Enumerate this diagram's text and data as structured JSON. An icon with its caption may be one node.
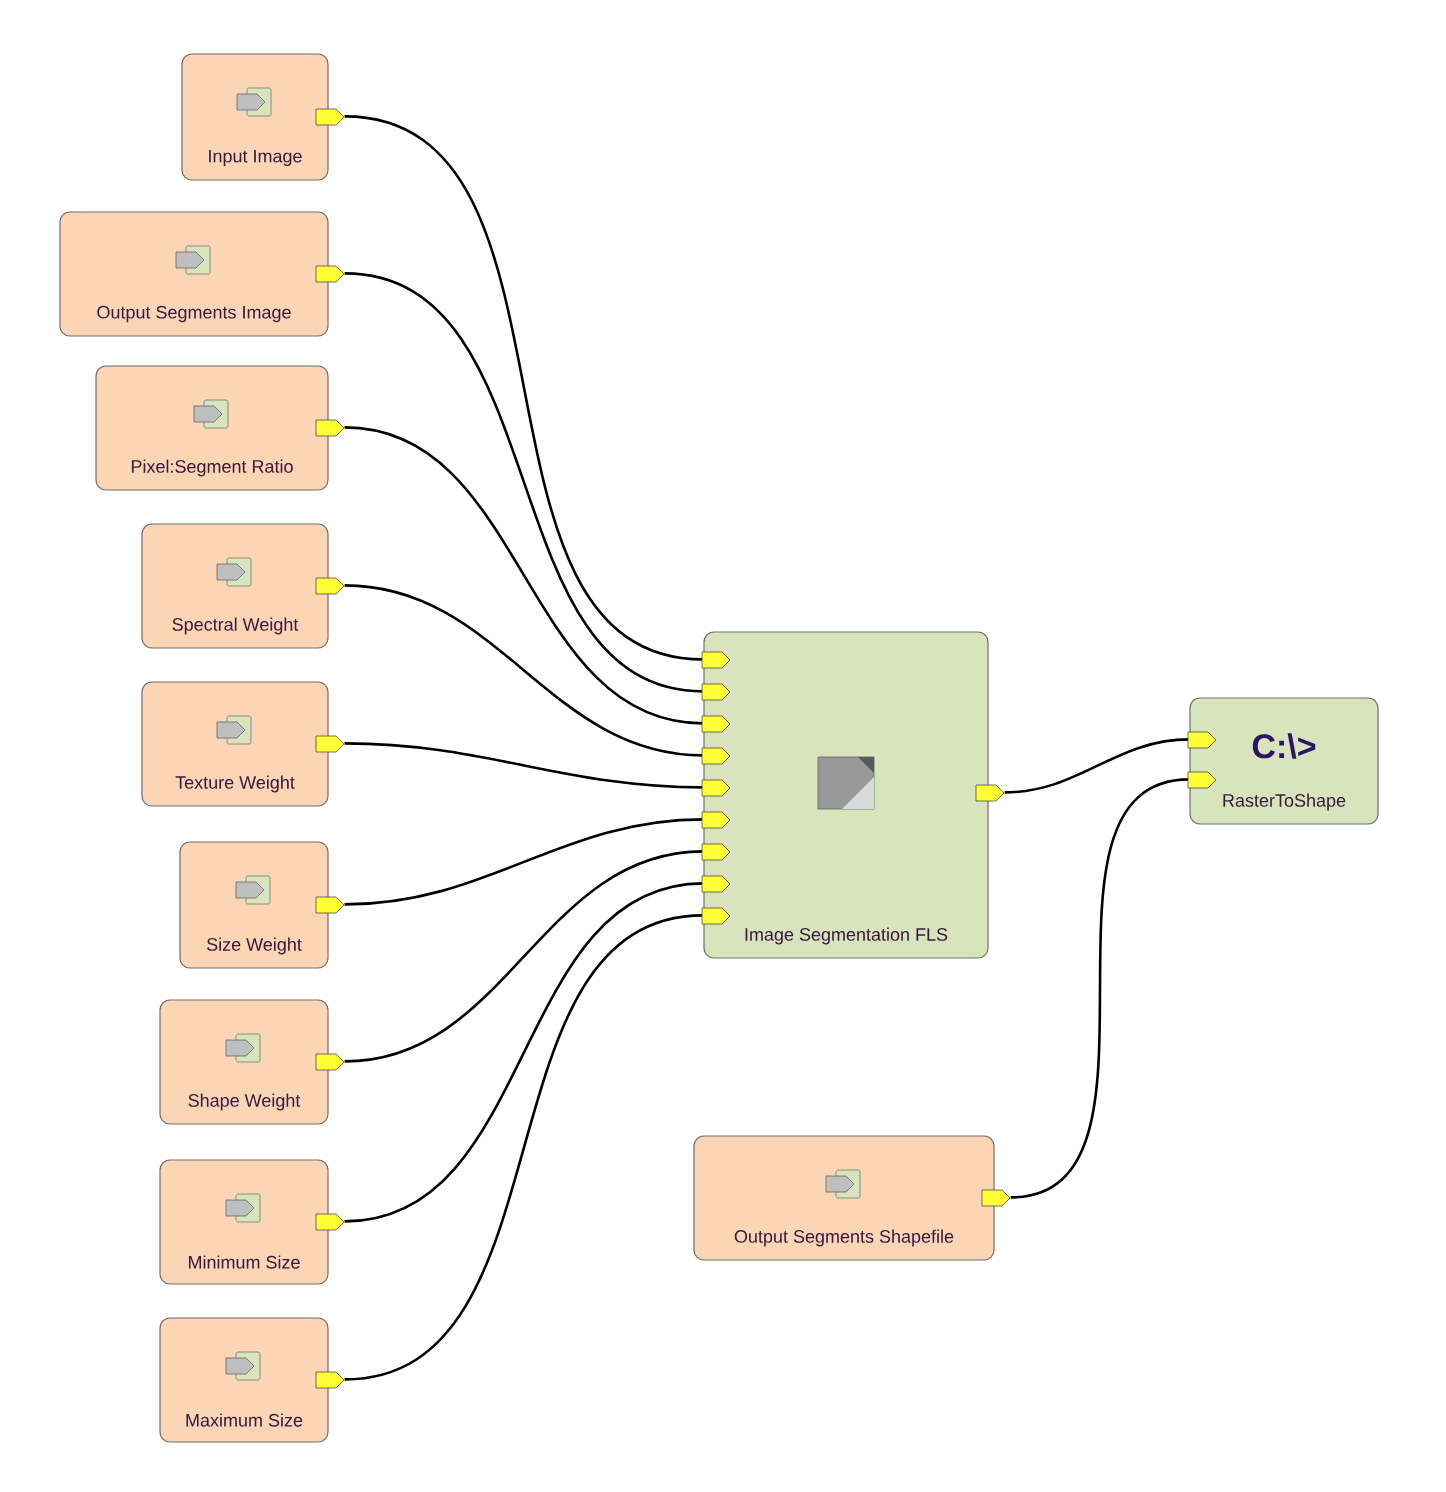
{
  "diagram": {
    "nodes": [
      {
        "text": [
          "Input Image"
        ]
      },
      {
        "text": [
          "Output Segments Image"
        ]
      },
      {
        "text": [
          "Pixel:Segment Ratio"
        ]
      },
      {
        "text": [
          "Spectral Weight"
        ]
      },
      {
        "text": [
          "Texture Weight"
        ]
      },
      {
        "text": [
          "Size Weight"
        ]
      },
      {
        "text": [
          "Shape Weight"
        ]
      },
      {
        "text": [
          "Minimum Size"
        ]
      },
      {
        "text": [
          "Maximum Size"
        ]
      },
      {
        "text": [
          "Image Segmentation FLS"
        ]
      },
      {
        "text": [
          "C:\\>",
          "RasterToShape"
        ]
      },
      {
        "text": [
          "Output Segments Shapefile"
        ]
      }
    ],
    "edges": [
      {
        "from": 0,
        "to": 9,
        "arrow": "to"
      },
      {
        "from": 1,
        "to": 9,
        "arrow": "to"
      },
      {
        "from": 2,
        "to": 9,
        "arrow": "to"
      },
      {
        "from": 3,
        "to": 9,
        "arrow": "to"
      },
      {
        "from": 4,
        "to": 9,
        "arrow": "to"
      },
      {
        "from": 5,
        "to": 9,
        "arrow": "to"
      },
      {
        "from": 6,
        "to": 9,
        "arrow": "to"
      },
      {
        "from": 7,
        "to": 9,
        "arrow": "to"
      },
      {
        "from": 8,
        "to": 9,
        "arrow": "to"
      },
      {
        "from": 9,
        "to": 10,
        "arrow": "to"
      },
      {
        "from": 11,
        "to": 10,
        "arrow": "to"
      }
    ]
  }
}
